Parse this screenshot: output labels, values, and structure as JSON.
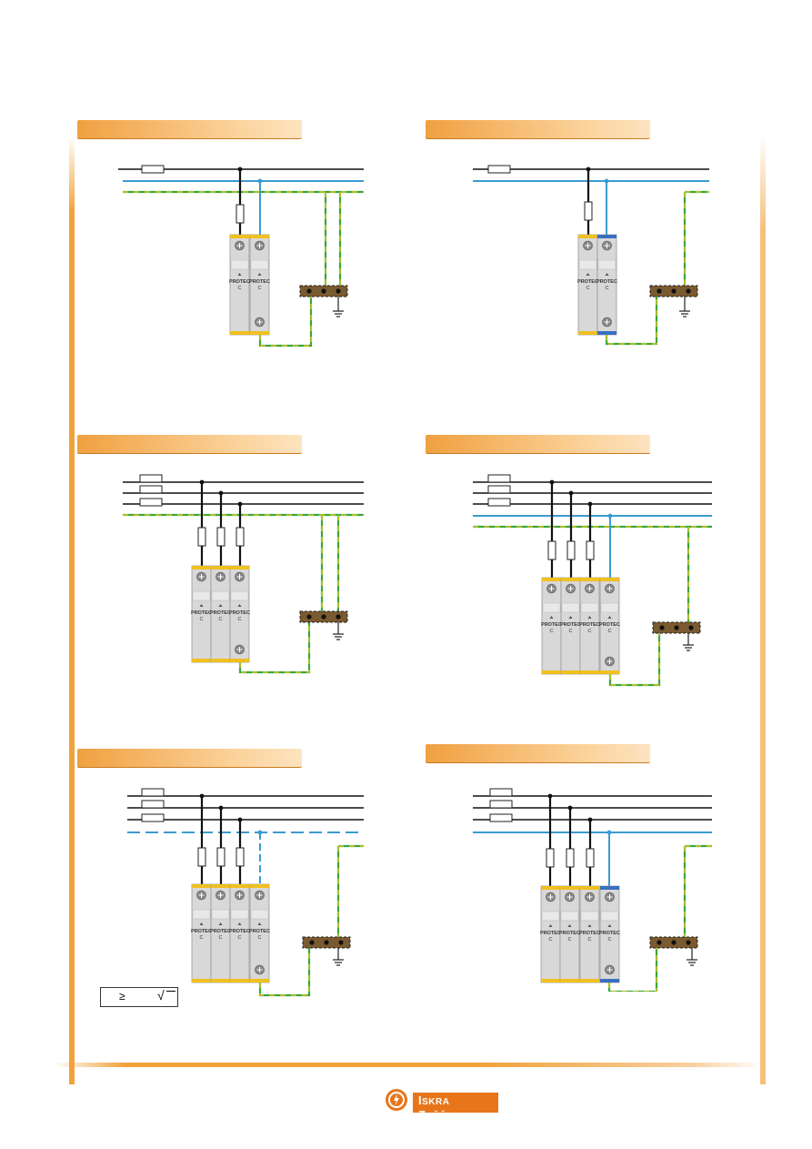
{
  "sections": [
    {
      "id": "d1",
      "title": ""
    },
    {
      "id": "d2",
      "title": ""
    },
    {
      "id": "d3",
      "title": ""
    },
    {
      "id": "d4",
      "title": ""
    },
    {
      "id": "d5",
      "title": ""
    },
    {
      "id": "d6",
      "title": ""
    }
  ],
  "module_label_line1": "PROTEC",
  "module_label_line2": "C",
  "module_label_n": "PROTEC",
  "note": {
    "symbol_ge": "≥",
    "symbol_sqrt": "√"
  },
  "logo": {
    "text_initial_1": "I",
    "text_rest_1": "SKRA ",
    "text_initial_2": "Z",
    "text_rest_2": "AŠČITE"
  },
  "colors": {
    "accent": "#f2a23a",
    "phase": "#111111",
    "neutral": "#3b9bd0",
    "pe_green": "#3aa640",
    "pe_yellow": "#f0d020",
    "terminal_bar": "#7a5a30",
    "module_body": "#d8d8d8",
    "module_cap": "#f0c020"
  }
}
